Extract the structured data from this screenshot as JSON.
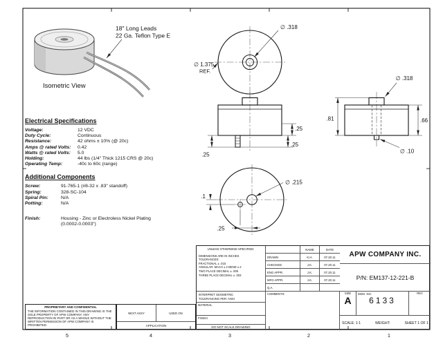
{
  "isometric": {
    "leads_note_line1": "18\" Long Leads",
    "leads_note_line2": "22 Ga. Teflon Type E",
    "caption": "Isometric View"
  },
  "dims": {
    "top_hole": "∅ .318",
    "top_od": "∅ 1.375",
    "top_od_ref": "REF.",
    "side_boss": "∅ .318",
    "side_h_left": ".81",
    "side_h_right": ".66",
    "side_pin": "∅ .10",
    "front_right_upper": ".25",
    "front_right_lower": ".25",
    "front_left": ".25",
    "bottom_hole": "∅ .215",
    "bottom_offset_y": ".1",
    "bottom_offset_x": ".25"
  },
  "electrical": {
    "heading": "Electrical Specifications",
    "rows": [
      {
        "label": "Voltage:",
        "value": "12 VDC"
      },
      {
        "label": "Duty Cycle:",
        "value": "Continuous"
      },
      {
        "label": "Resistance:",
        "value": "42 ohms ± 10% (@ 20c)"
      },
      {
        "label": "Amps @ rated Volts:",
        "value": "0.42"
      },
      {
        "label": "Watts @ rated Volts:",
        "value": "5.0"
      },
      {
        "label": "Holding:",
        "value": "44 lbs (1/4\" Thick 1215 CRS @ 20c)"
      },
      {
        "label": "Operating Temp:",
        "value": "-40c to 60c (range)"
      }
    ]
  },
  "components": {
    "heading": "Additional Components",
    "rows": [
      {
        "label": "Screw:",
        "value": "91-765-1  (#8-32 x .83\" standoff)"
      },
      {
        "label": "Spring:",
        "value": "328-SC-104"
      },
      {
        "label": "Spiral Pin:",
        "value": "N/A"
      },
      {
        "label": "Potting:",
        "value": "N/A"
      }
    ],
    "finish_label": "Finish:",
    "finish_line1": "Housing - Zinc or Electroless Nickel Plating",
    "finish_line2": "(0.0002-0.0003\")"
  },
  "titleblock": {
    "unless": "UNLESS OTHERWISE SPECIFIED:",
    "tol1": "DIMENSIONS ARE IN INCHES",
    "tol2": "TOLERANCES:",
    "tol3": "FRACTIONAL ± .015",
    "tol4": "ANGULAR: MACH ± 2   BEND ± 2",
    "tol5": "TWO PLACE DECIMAL    ± .005",
    "tol6": "THREE PLACE DECIMAL  ± .003",
    "interpret1": "INTERPRET GEOMETRIC",
    "interpret2": "TOLERANCING PER: ANSI",
    "material_label": "MATERIAL",
    "finish_label": "FINISH",
    "name_header": "NAME",
    "date_header": "DATE",
    "approvals": [
      {
        "label": "DRAWN",
        "name": "K.H.",
        "date": "07.20.11"
      },
      {
        "label": "CHECKED",
        "name": "J.K.",
        "date": "07.20.11"
      },
      {
        "label": "ENG APPR.",
        "name": "J.K.",
        "date": "07.20.11"
      },
      {
        "label": "MFG APPR.",
        "name": "J.K.",
        "date": "07.20.11"
      },
      {
        "label": "Q.A.",
        "name": "",
        "date": ""
      },
      {
        "label": "COMMENTS:",
        "name": "",
        "date": ""
      }
    ],
    "company": "APW COMPANY INC.",
    "part_number": "P/N: EM137-12-221-B",
    "size_label": "SIZE",
    "size_value": "A",
    "dwg_label": "DWG.  NO.",
    "dwg_value": "6133",
    "rev_label": "REV",
    "scale": "SCALE: 1:1",
    "weight": "WEIGHT:",
    "sheet": "SHEET 1 OF 1",
    "do_not_scale": "DO NOT SCALE DRAWING",
    "next_assy": "NEXT ASSY",
    "used_on": "USED ON",
    "application": "APPLICATION",
    "proprietary_title": "PROPRIETARY AND CONFIDENTIAL",
    "proprietary_body": "THE INFORMATION CONTAINED IN THIS DRAWING IS THE SOLE PROPERTY OF APW COMPANY.  ANY REPRODUCTION IN PART OR AS A WHOLE WITHOUT THE WRITTEN PERMISSION OF APW COMPANY IS PROHIBITED."
  },
  "zones": {
    "z5": "5",
    "z4": "4",
    "z3": "3",
    "z2": "2",
    "z1": "1"
  }
}
